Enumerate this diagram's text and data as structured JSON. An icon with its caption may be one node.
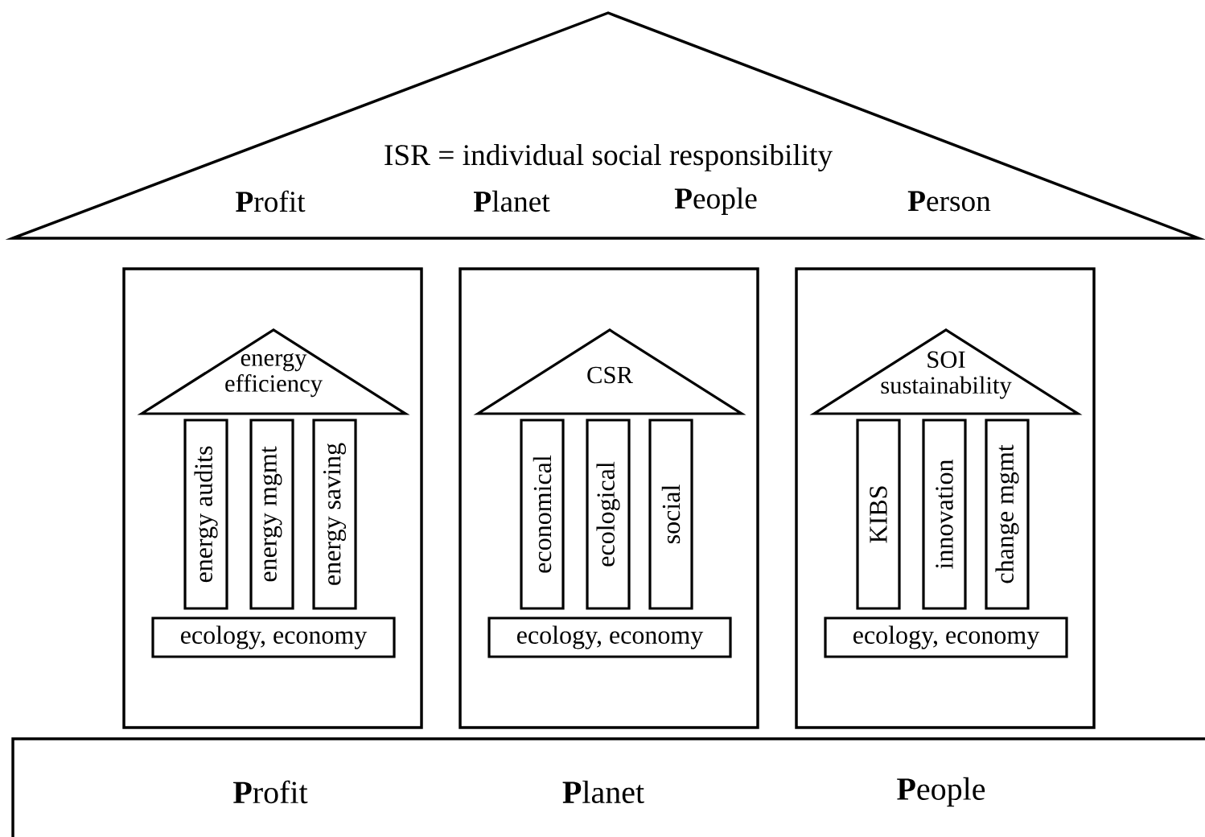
{
  "diagram": {
    "nodes": [
      {
        "text": [
          "ISR = individual social responsibility",
          "**P**rofit",
          "**P**lanet",
          "**P**eople",
          "**P**erson"
        ]
      },
      {
        "text": [],
        "shape": "box"
      },
      {
        "text": [
          "energy efficiency"
        ],
        "in": 1
      },
      {
        "text": [
          "energy  audits"
        ],
        "in": 1
      },
      {
        "text": [
          "energy  mgmt"
        ],
        "in": 1
      },
      {
        "text": [
          "energy  saving"
        ],
        "in": 1
      },
      {
        "text": [
          "ecology,  economy"
        ],
        "in": 1
      },
      {
        "text": [],
        "shape": "box"
      },
      {
        "text": [
          "CSR"
        ],
        "in": 7
      },
      {
        "text": [
          "economical"
        ],
        "in": 7
      },
      {
        "text": [
          "ecological"
        ],
        "in": 7
      },
      {
        "text": [
          "social"
        ],
        "in": 7
      },
      {
        "text": [
          "ecology,  economy"
        ],
        "in": 7
      },
      {
        "text": [],
        "shape": "box"
      },
      {
        "text": [
          "SOI sustainability"
        ],
        "in": 13
      },
      {
        "text": [
          "KIBS"
        ],
        "in": 13
      },
      {
        "text": [
          "innovation"
        ],
        "in": 13
      },
      {
        "text": [
          "change  mgmt"
        ],
        "in": 13
      },
      {
        "text": [
          "ecology,  economy"
        ],
        "in": 13
      },
      {
        "text": [
          "**P**rofit",
          "**P**lanet",
          "**P**eople"
        ]
      }
    ]
  }
}
